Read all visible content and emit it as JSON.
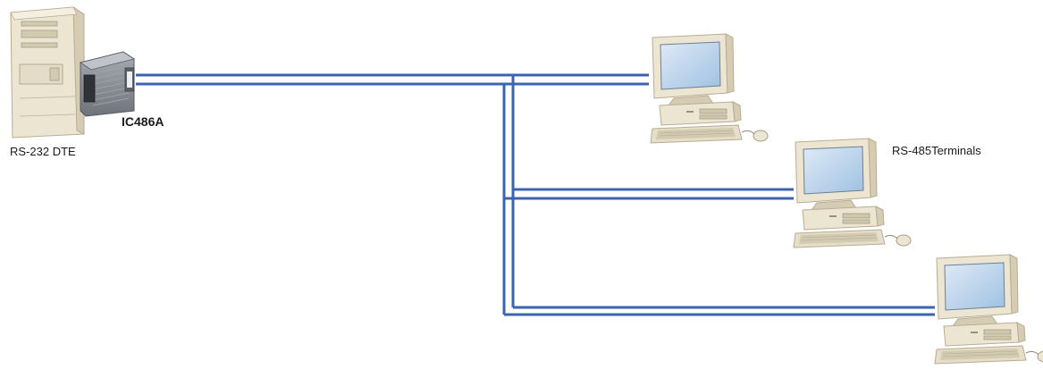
{
  "labels": {
    "dte": "RS-232 DTE",
    "converter": "IC486A",
    "terminals": "RS-485Terminals"
  },
  "colors": {
    "cable": "#3d63b0",
    "beige": "#ece5d2",
    "beige_shade": "#d3cab2",
    "screen": "#b9d4ec",
    "converter_body": "#8a8f97"
  },
  "icons": {
    "host": "desktop-tower-icon",
    "converter": "converter-module-icon",
    "terminal": "pc-terminal-icon"
  }
}
